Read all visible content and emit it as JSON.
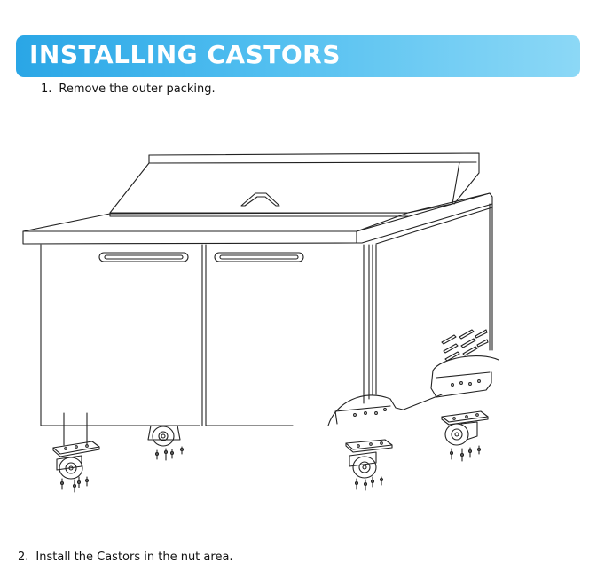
{
  "header": {
    "title": "INSTALLING CASTORS"
  },
  "steps": [
    {
      "number": "1.",
      "text": "Remove the outer packing."
    },
    {
      "number": "2.",
      "text": "Install the Castors in the nut area."
    }
  ],
  "illustration": {
    "subject": "refrigerated-prep-table-with-castors"
  },
  "colors": {
    "banner_start": "#2aa6e6",
    "banner_end": "#8cd8f6",
    "banner_text": "#ffffff",
    "line_art": "#222222"
  }
}
